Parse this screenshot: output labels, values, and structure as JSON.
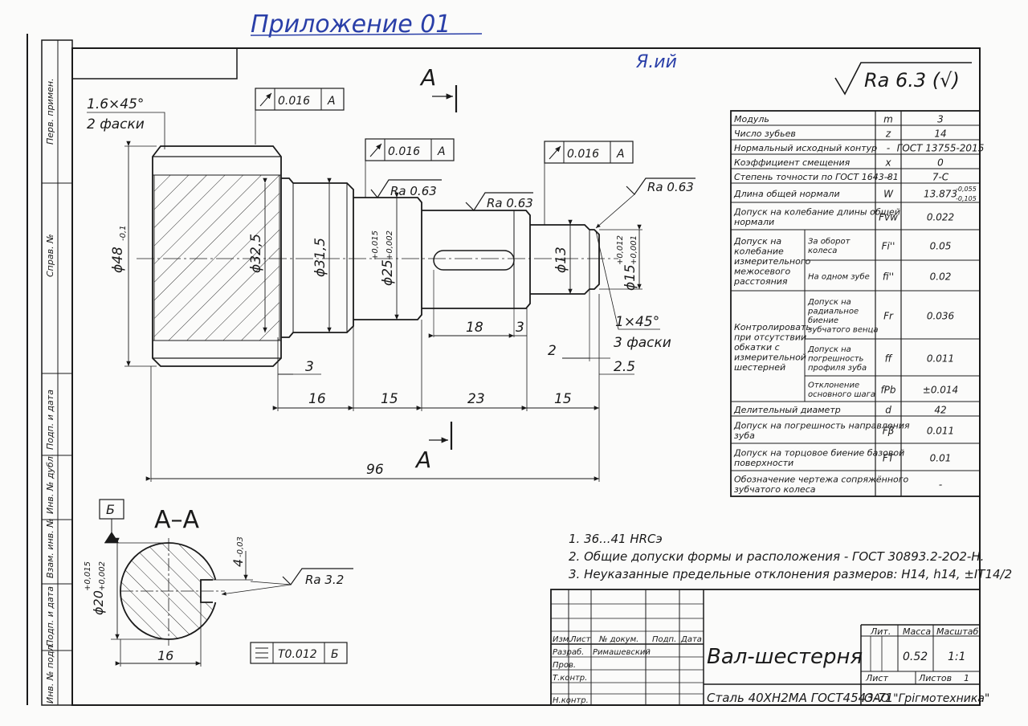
{
  "handwriting": {
    "appendix": "Приложение 01",
    "mark": "Я.ий"
  },
  "stamp_roughness": "Ra 6.3 (√)",
  "left_strip": [
    "Перв. примен.",
    "Справ. №",
    "Подп. и дата",
    "Инв. № дубл.",
    "Взам. инв. №",
    "Подп. и дата",
    "Инв. № подл."
  ],
  "drawing": {
    "chamfer_left": "1.6×45°",
    "chamfer_left_note": "2 фаски",
    "runout_value": "0.016",
    "runout_datum": "A",
    "section_mark": "A",
    "roughness": "Ra 0.63",
    "dia_48": "ϕ48",
    "dia_48_tol": "-0,1",
    "dia_325": "ϕ32,5",
    "dia_315": "ϕ31,5",
    "dia_25": "ϕ25",
    "dia_25_tol_up": "+0,015",
    "dia_25_tol_lo": "+0,002",
    "dia_13": "ϕ13",
    "dia_15": "ϕ15",
    "dia_15_tol_up": "+0,012",
    "dia_15_tol_lo": "+0,001",
    "dim_18": "18",
    "dim_3a": "3",
    "dim_3b": "3",
    "chamfer_right": "1×45°",
    "chamfer_right_note": "3 фаски",
    "dim_2": "2",
    "dim_25": "2.5",
    "dim_16": "16",
    "dim_15a": "15",
    "dim_23": "23",
    "dim_15b": "15",
    "dim_96": "96",
    "section_title": "A–A",
    "datum_b": "Б",
    "key_depth": "4",
    "key_depth_tol": "-0,03",
    "dia_20": "ϕ20",
    "dia_20_tol_up": "+0,015",
    "dia_20_tol_lo": "+0,002",
    "roughness_key": "Ra 3.2",
    "dim_16_section": "16",
    "symmetry_value": "T0.012",
    "symmetry_datum": "Б"
  },
  "gear_table": [
    {
      "name": "Модуль",
      "sym": "m",
      "val": "3"
    },
    {
      "name": "Число зубьев",
      "sym": "z",
      "val": "14"
    },
    {
      "name": "Нормальный исходный контур",
      "sym": "-",
      "val": "ГОСТ 13755-2015"
    },
    {
      "name": "Коэффициент смещения",
      "sym": "x",
      "val": "0"
    },
    {
      "name": "Степень точности по ГОСТ 1643-81",
      "sym": "-",
      "val": "7-C"
    },
    {
      "name": "Длина общей нормали",
      "sym": "W",
      "val": "13.873"
    },
    {
      "name": "Допуск на колебание длины общей нормали",
      "sym": "Fvw",
      "val": "0.022"
    },
    {
      "name": "Допуск на колебание измерительного межосевого расстояния",
      "sub": "За оборот колеса",
      "sym": "Fi''",
      "val": "0.05"
    },
    {
      "name": "",
      "sub": "На одном зубе",
      "sym": "fi''",
      "val": "0.02"
    },
    {
      "name": "Контролировать при отсутствии обкатки с измерительной шестерней",
      "sub": "Допуск на радиальное биение зубчатого венца",
      "sym": "Fr",
      "val": "0.036"
    },
    {
      "name": "",
      "sub": "Допуск на погрешность профиля зуба",
      "sym": "ff",
      "val": "0.011"
    },
    {
      "name": "",
      "sub": "Отклонение основного шага",
      "sym": "fPb",
      "val": "±0.014"
    },
    {
      "name": "Делительный диаметр",
      "sym": "d",
      "val": "42"
    },
    {
      "name": "Допуск на погрешность направления зуба",
      "sym": "Fβ",
      "val": "0.011"
    },
    {
      "name": "Допуск на торцовое биение базовой поверхности",
      "sym": "FT",
      "val": "0.01"
    },
    {
      "name": "Обозначение чертежа сопряжённого зубчатого колеса",
      "sym": "",
      "val": "-"
    }
  ],
  "gear_table_extra": {
    "w_tol_up": "-0,055",
    "w_tol_lo": "-0,105"
  },
  "notes": [
    "1. 36...41 HRCэ",
    "2. Общие допуски формы и расположения - ГОСТ 30893.2-2О2-Н.",
    "3. Неуказанные предельные отклонения размеров: H14, h14, ±IT14/2"
  ],
  "title_block": {
    "headers": [
      "Изм.",
      "Лист",
      "№ докум.",
      "Подп.",
      "Дата"
    ],
    "roles": [
      "Разраб.",
      "Пров.",
      "Т.контр.",
      "Н.контр."
    ],
    "developer": "Римашевский",
    "part_name": "Вал-шестерня",
    "material": "Сталь 40ХН2МА ГОСТ4543-71",
    "lit": "Лит.",
    "mass_label": "Масса",
    "scale_label": "Масштаб",
    "mass": "0.52",
    "scale": "1:1",
    "sheet_label": "Лист",
    "sheets_label": "Листов",
    "sheets": "1",
    "company": "ОАО \"Грiгмотехника\""
  }
}
